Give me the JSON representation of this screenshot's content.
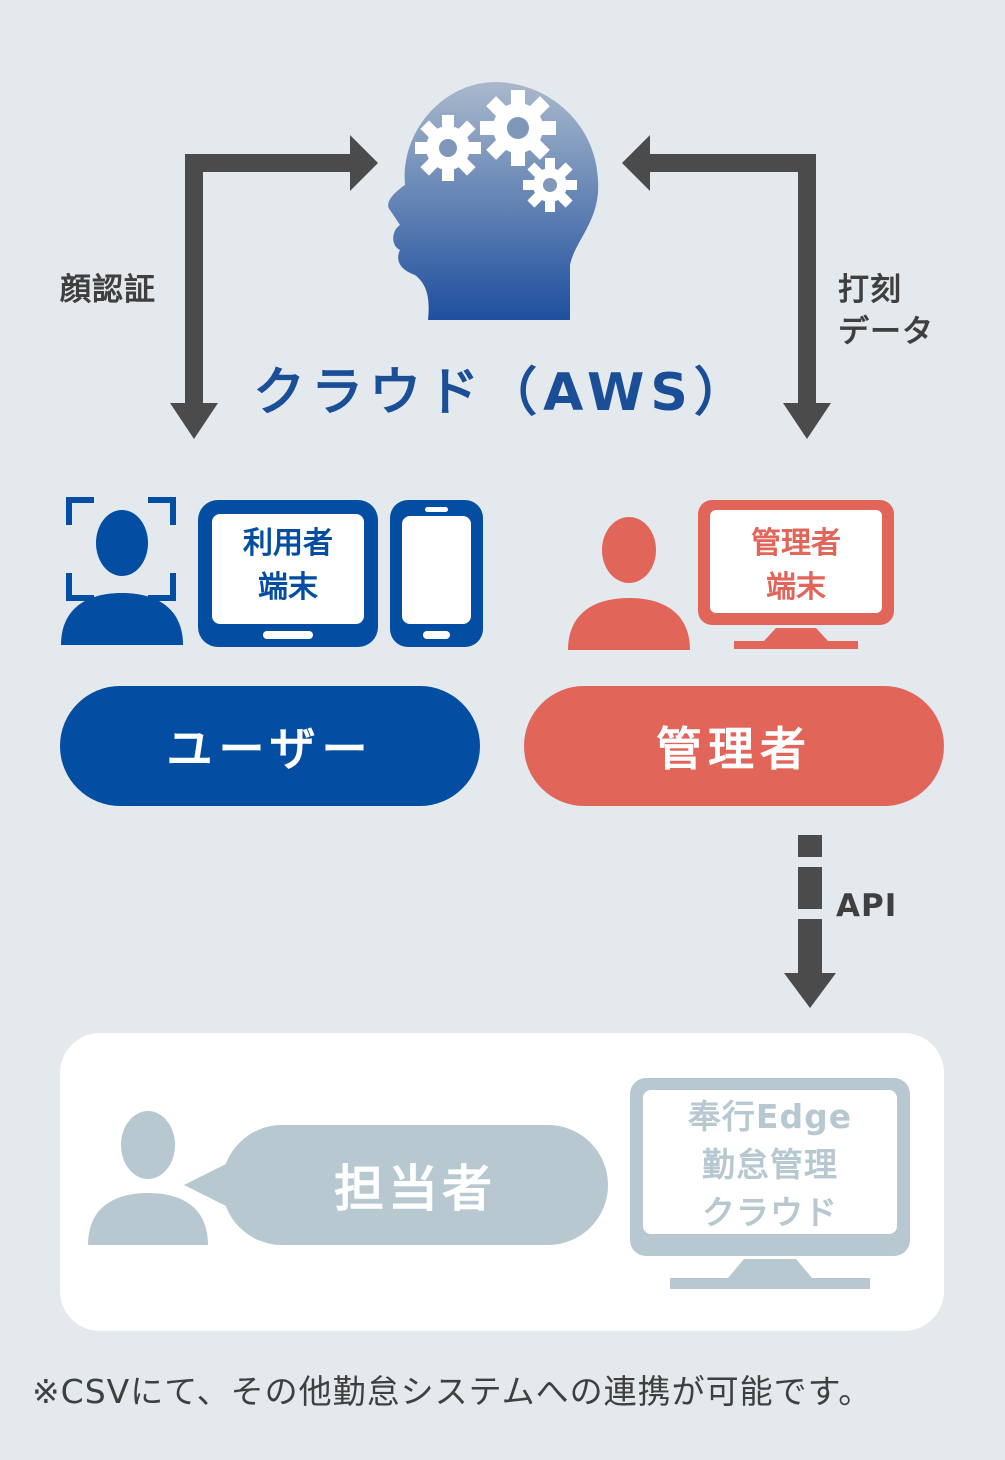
{
  "cloud": {
    "title": "クラウド（AWS）"
  },
  "arrows": {
    "left_label": "顔認証",
    "right_label_line1": "打刻",
    "right_label_line2": "データ",
    "api_label": "API"
  },
  "user": {
    "terminal_line1": "利用者",
    "terminal_line2": "端末",
    "pill": "ユーザー"
  },
  "admin": {
    "terminal_line1": "管理者",
    "terminal_line2": "端末",
    "pill": "管理者"
  },
  "external": {
    "staff": "担当者",
    "system_line1": "奉行Edge",
    "system_line2": "勤怠管理",
    "system_line3": "クラウド"
  },
  "footnote": "※CSVにて、その他勤怠システムへの連携が可能です。",
  "colors": {
    "background": "#e3e9ed",
    "user_blue": "#034ea2",
    "admin_red": "#e2655a",
    "arrow": "#4b4b4b",
    "muted": "#b7c8d1"
  }
}
